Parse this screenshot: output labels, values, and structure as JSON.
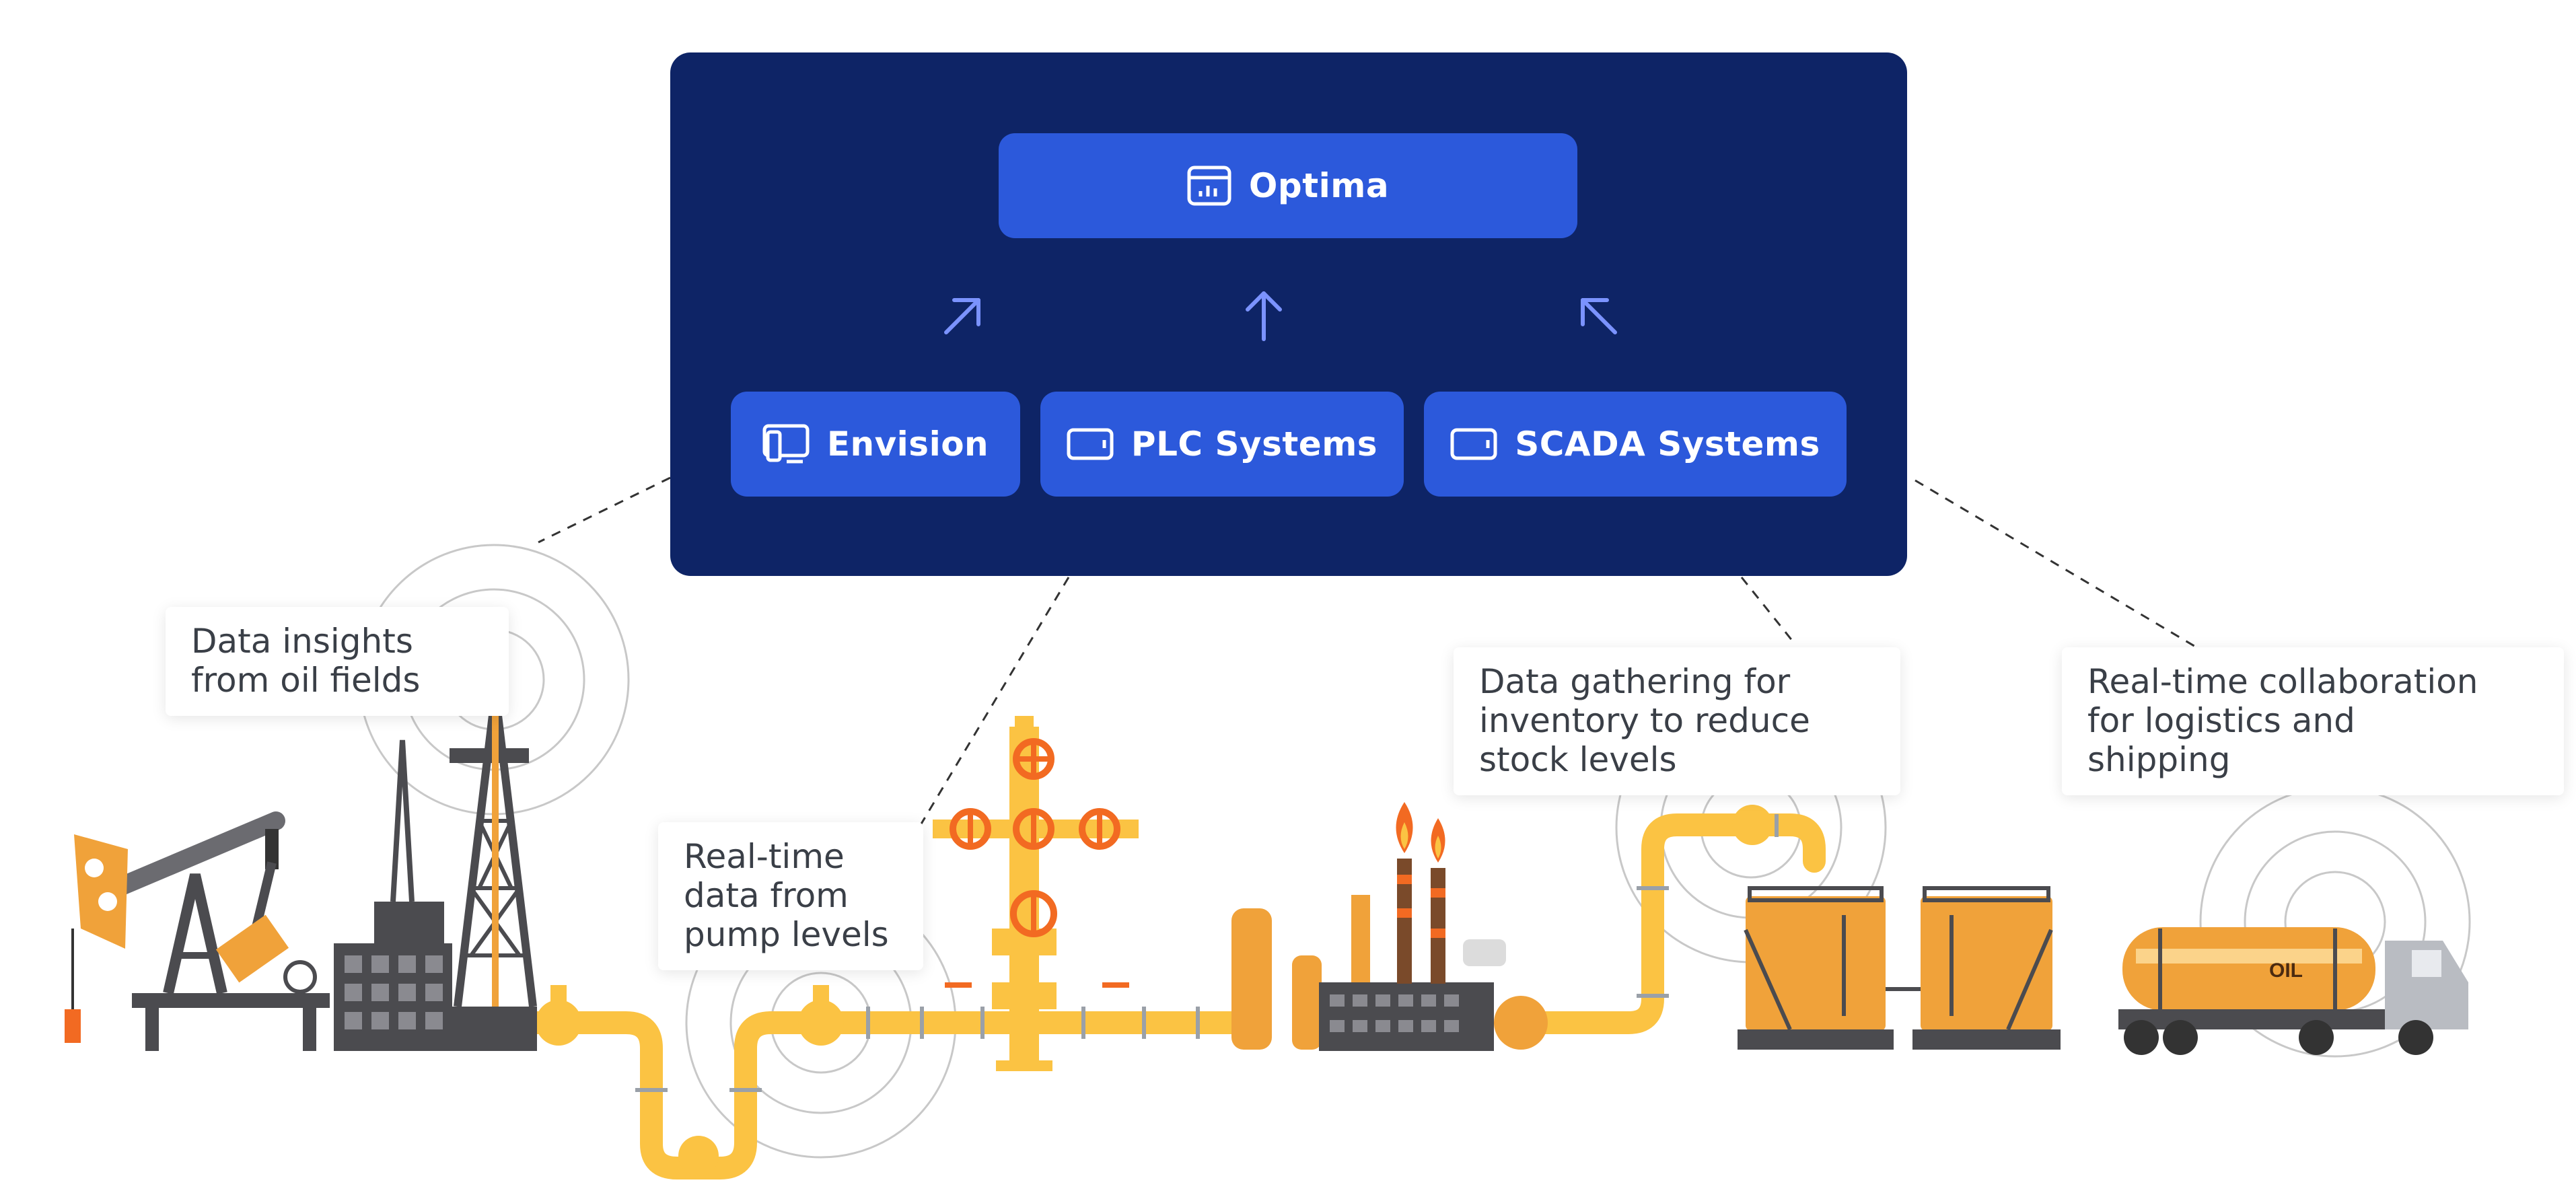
{
  "diagram": {
    "hub": {
      "label": "Optima",
      "icon": "dashboard-window-icon"
    },
    "sources": [
      {
        "label": "Envision",
        "icon": "desktop-mobile-icon"
      },
      {
        "label": "PLC Systems",
        "icon": "device-tablet-icon"
      },
      {
        "label": "SCADA Systems",
        "icon": "device-tablet-icon"
      }
    ],
    "callouts": {
      "oil_fields": "Data insights\nfrom oil fields",
      "pump_levels": "Real-time\ndata from\npump levels",
      "inventory": "Data gathering for\ninventory to reduce\nstock levels",
      "logistics": "Real-time collaboration\nfor logistics and\nshipping"
    },
    "truck_tank_label": "OIL",
    "colors": {
      "panel": "#0e2466",
      "node": "#2c59db",
      "arrow": "#7b93ff",
      "pipe": "#fbc343",
      "valve": "#f26a22",
      "tank": "#f0a23a",
      "machinery": "#4b4b4f"
    }
  }
}
